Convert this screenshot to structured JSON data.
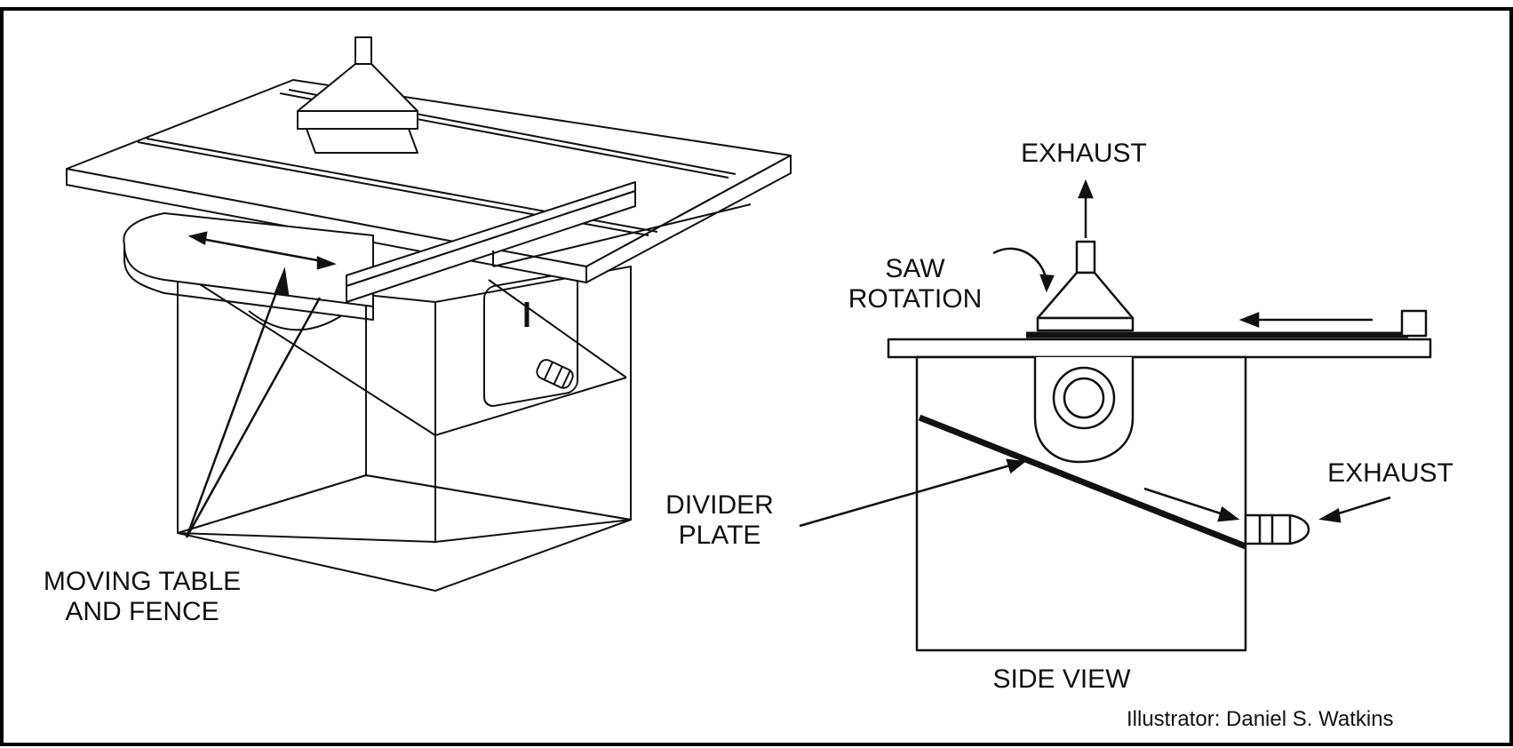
{
  "labels": {
    "moving_table_line1": "MOVING TABLE",
    "moving_table_line2": "AND FENCE",
    "divider_line1": "DIVIDER",
    "divider_line2": "PLATE",
    "saw_line1": "SAW",
    "saw_line2": "ROTATION",
    "exhaust_top": "EXHAUST",
    "exhaust_side": "EXHAUST",
    "side_view": "SIDE VIEW"
  },
  "credit": "Illustrator:  Daniel S. Watkins",
  "colors": {
    "ink": "#111111",
    "paper": "#ffffff",
    "frame": "#000000"
  }
}
